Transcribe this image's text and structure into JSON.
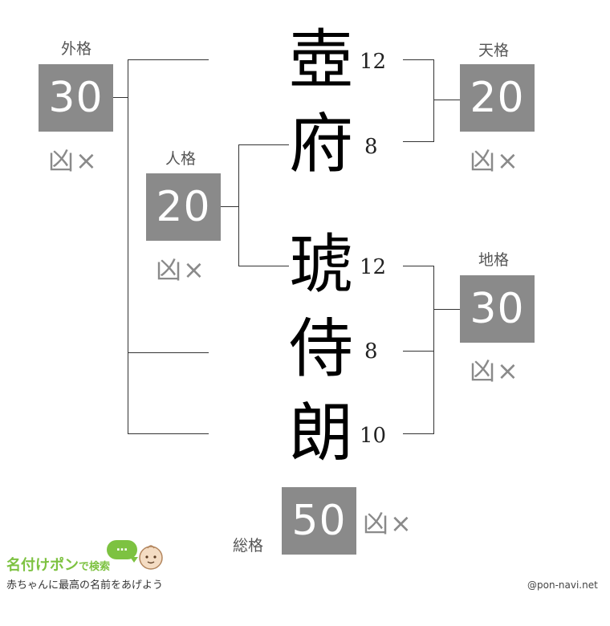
{
  "characters": [
    {
      "char": "壺",
      "strokes": "12"
    },
    {
      "char": "府",
      "strokes": "8"
    },
    {
      "char": "琥",
      "strokes": "12"
    },
    {
      "char": "侍",
      "strokes": "8"
    },
    {
      "char": "朗",
      "strokes": "10"
    }
  ],
  "gaikaku": {
    "label": "外格",
    "value": "30",
    "verdict": "凶×"
  },
  "tenkaku": {
    "label": "天格",
    "value": "20",
    "verdict": "凶×"
  },
  "jinkaku": {
    "label": "人格",
    "value": "20",
    "verdict": "凶×"
  },
  "chikaku": {
    "label": "地格",
    "value": "30",
    "verdict": "凶×"
  },
  "soukaku": {
    "label": "総格",
    "value": "50",
    "verdict": "凶×"
  },
  "footer": {
    "brand": "名付けポン",
    "brand_suffix": "で検索",
    "bubble": "…",
    "tagline": "赤ちゃんに最高の名前をあげよう",
    "credit": "@pon-navi.net"
  },
  "colors": {
    "box": "#8a8a8a",
    "brand_green": "#7dc241"
  }
}
